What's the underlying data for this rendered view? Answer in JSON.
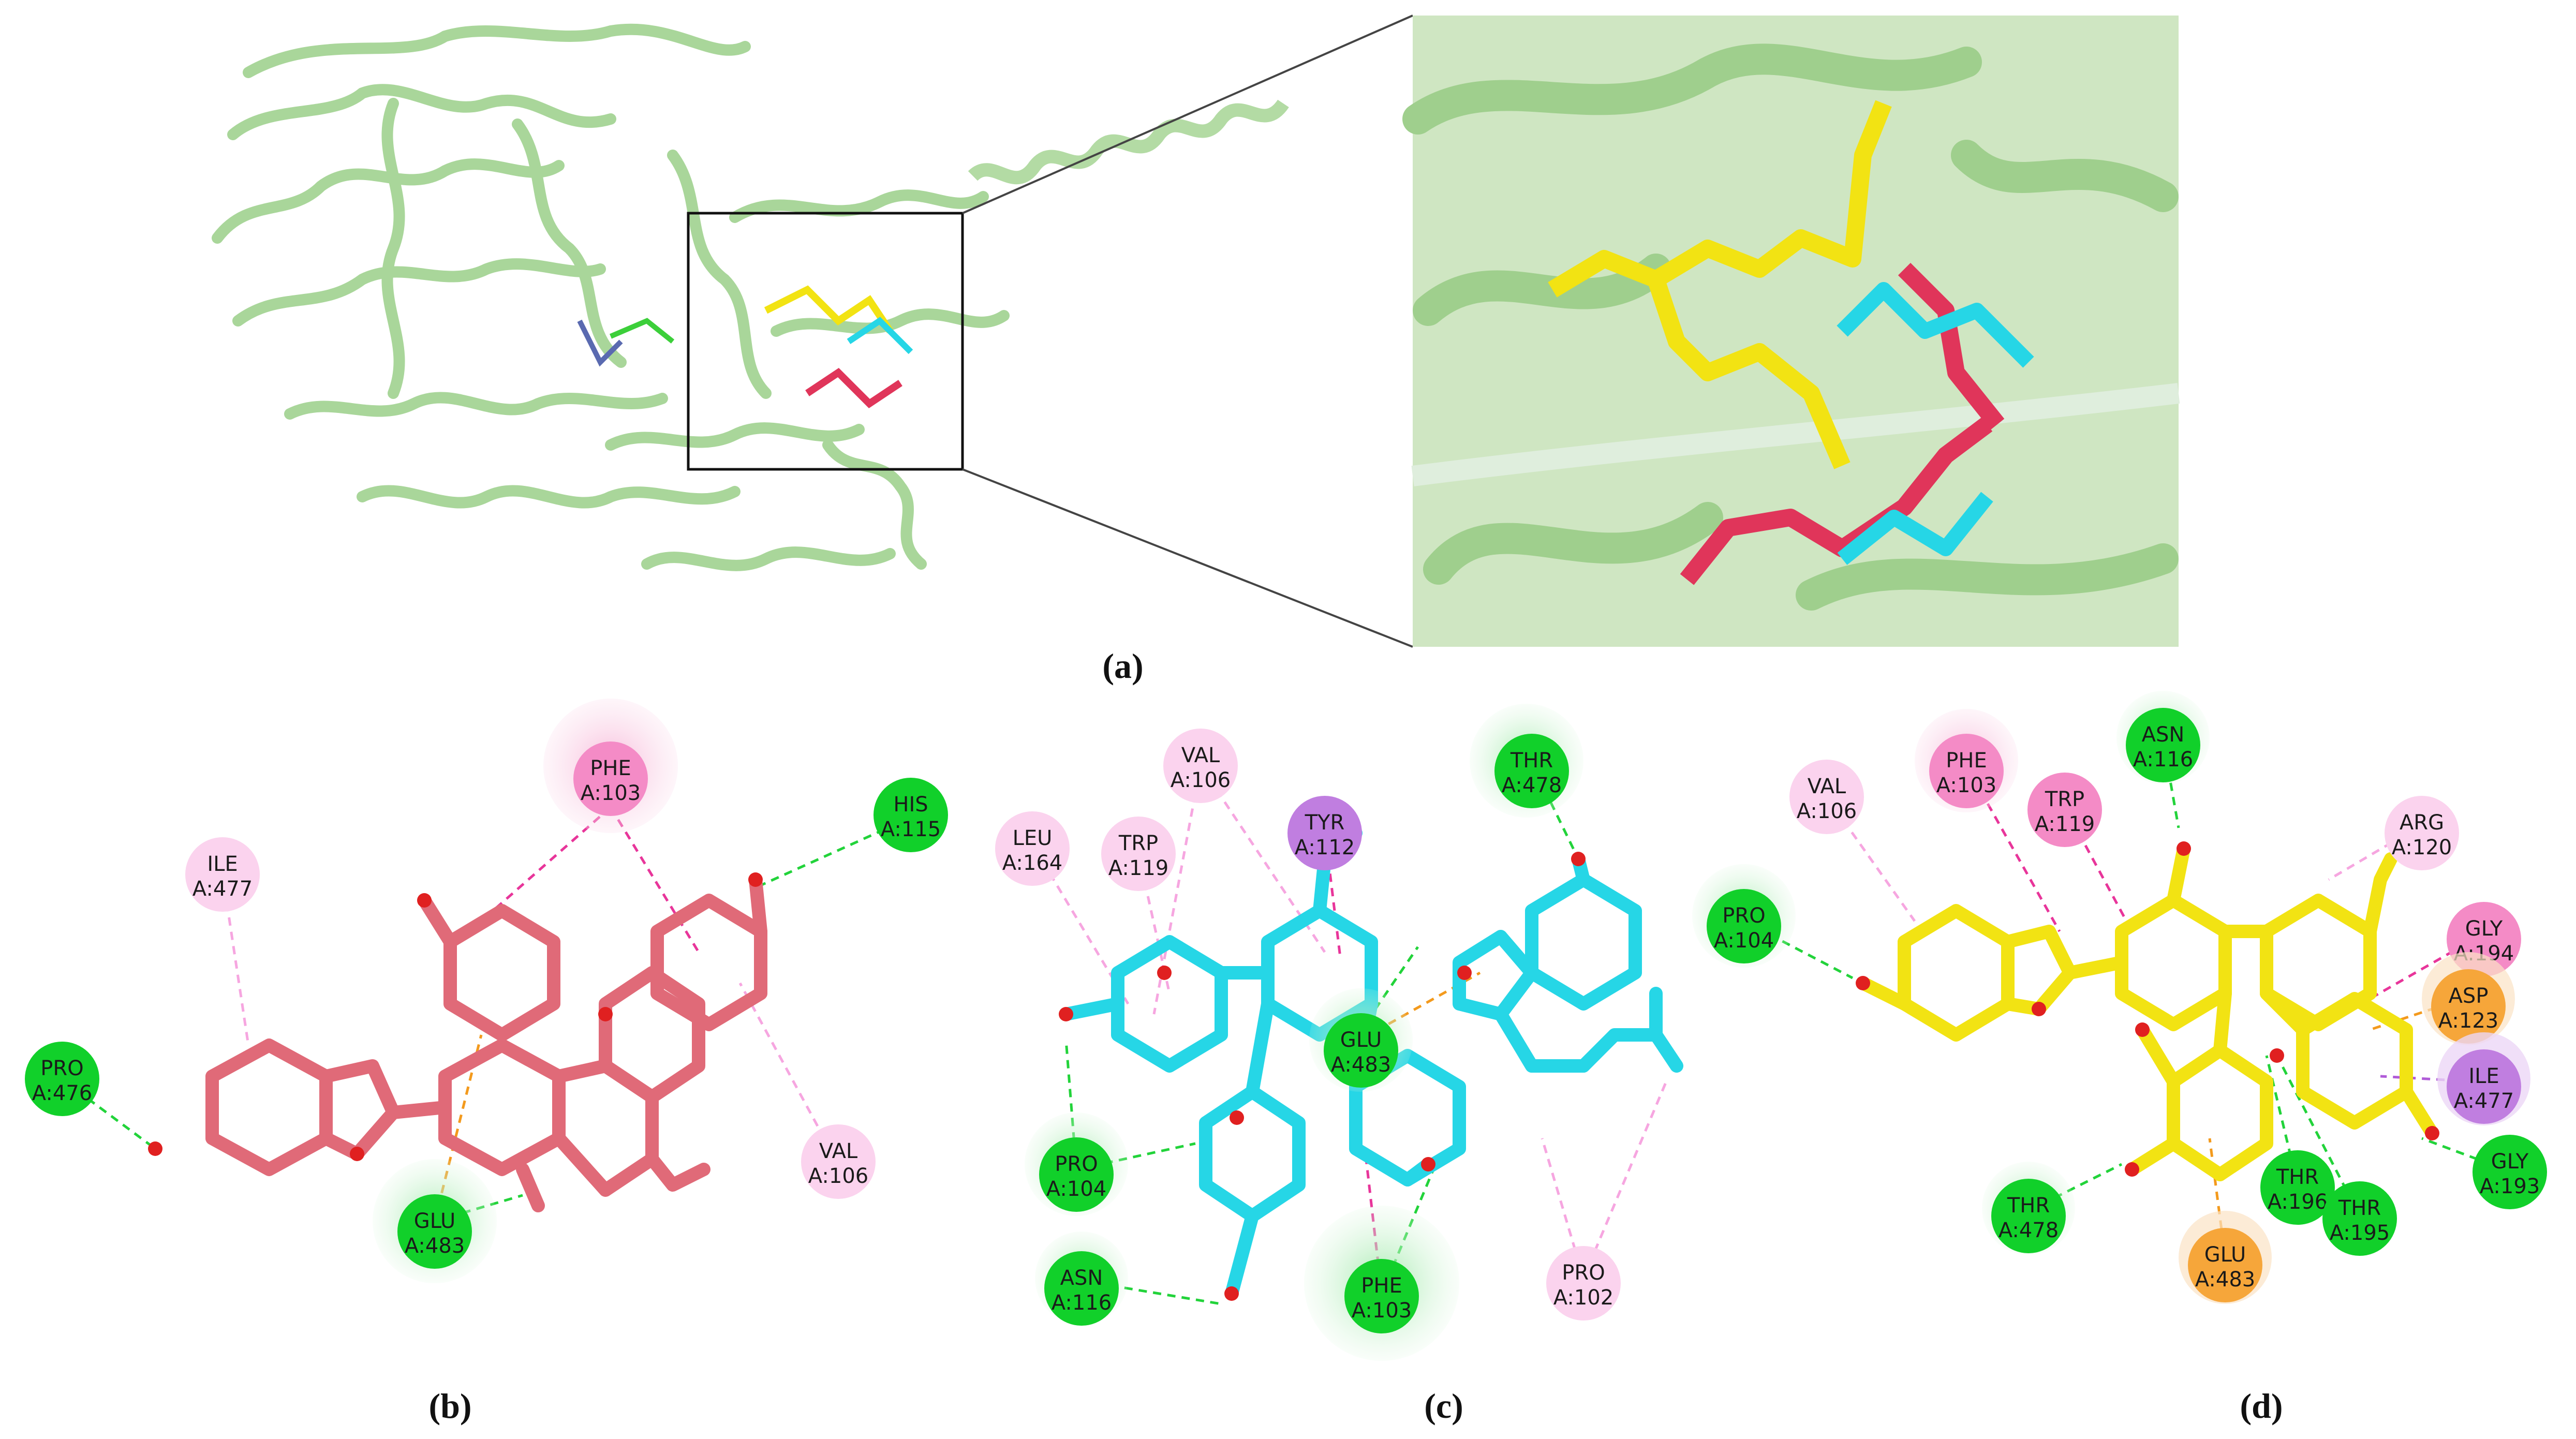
{
  "figure": {
    "panel_labels": [
      "(a)",
      "(b)",
      "(c)",
      "(d)"
    ]
  },
  "colors": {
    "h_bond": "#22d33a",
    "pi_alkyl": "#f6a6e0",
    "pi_pi": "#e8359a",
    "pi_sigma": "#b05bd8",
    "electrostatic": "#f39a1d",
    "ligand_b": "#e06a78",
    "ligand_c": "#26d6e6",
    "ligand_d": "#f2e313",
    "protein": "#b9deaa"
  },
  "panel_b": {
    "residues": [
      {
        "name": "PHE",
        "id": "A:103",
        "type": "pi_pi"
      },
      {
        "name": "HIS",
        "id": "A:115",
        "type": "h_bond"
      },
      {
        "name": "ILE",
        "id": "A:477",
        "type": "pi_alkyl"
      },
      {
        "name": "PRO",
        "id": "A:476",
        "type": "h_bond"
      },
      {
        "name": "VAL",
        "id": "A:106",
        "type": "pi_alkyl"
      },
      {
        "name": "GLU",
        "id": "A:483",
        "type": "h_bond"
      }
    ]
  },
  "panel_c": {
    "residues": [
      {
        "name": "VAL",
        "id": "A:106",
        "type": "pi_alkyl"
      },
      {
        "name": "THR",
        "id": "A:478",
        "type": "h_bond"
      },
      {
        "name": "LEU",
        "id": "A:164",
        "type": "pi_alkyl"
      },
      {
        "name": "TRP",
        "id": "A:119",
        "type": "pi_alkyl"
      },
      {
        "name": "TYR",
        "id": "A:112",
        "type": "pi_sigma"
      },
      {
        "name": "GLU",
        "id": "A:483",
        "type": "h_bond"
      },
      {
        "name": "PRO",
        "id": "A:104",
        "type": "h_bond"
      },
      {
        "name": "ASN",
        "id": "A:116",
        "type": "h_bond"
      },
      {
        "name": "PHE",
        "id": "A:103",
        "type": "h_bond"
      },
      {
        "name": "PRO",
        "id": "A:102",
        "type": "pi_alkyl"
      }
    ]
  },
  "panel_d": {
    "residues": [
      {
        "name": "ASN",
        "id": "A:116",
        "type": "h_bond"
      },
      {
        "name": "VAL",
        "id": "A:106",
        "type": "pi_alkyl"
      },
      {
        "name": "PHE",
        "id": "A:103",
        "type": "pi_pi"
      },
      {
        "name": "TRP",
        "id": "A:119",
        "type": "pi_pi"
      },
      {
        "name": "ARG",
        "id": "A:120",
        "type": "pi_alkyl"
      },
      {
        "name": "PRO",
        "id": "A:104",
        "type": "h_bond"
      },
      {
        "name": "GLY",
        "id": "A:194",
        "type": "pi_pi"
      },
      {
        "name": "ASP",
        "id": "A:123",
        "type": "electrostatic"
      },
      {
        "name": "ILE",
        "id": "A:477",
        "type": "pi_sigma"
      },
      {
        "name": "GLY",
        "id": "A:193",
        "type": "h_bond"
      },
      {
        "name": "THR",
        "id": "A:478",
        "type": "h_bond"
      },
      {
        "name": "THR",
        "id": "A:196",
        "type": "h_bond"
      },
      {
        "name": "THR",
        "id": "A:195",
        "type": "h_bond"
      },
      {
        "name": "GLU",
        "id": "A:483",
        "type": "electrostatic"
      }
    ]
  }
}
